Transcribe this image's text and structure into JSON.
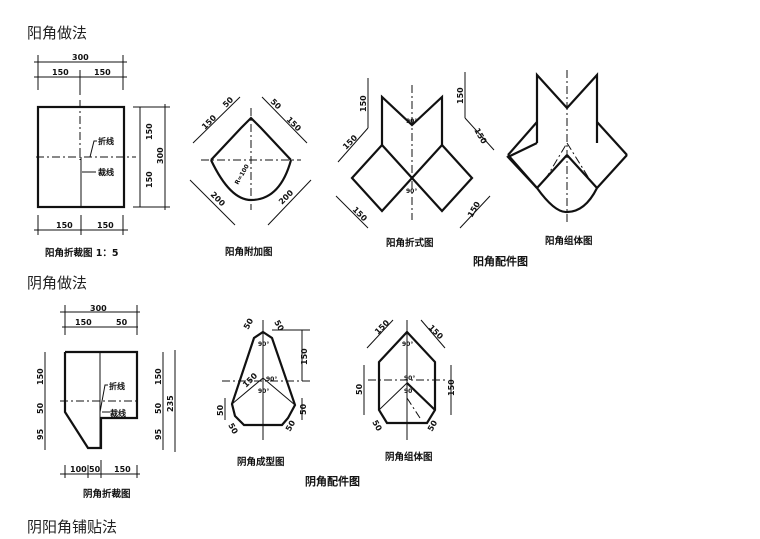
{
  "headings": {
    "yang": "阳角做法",
    "yin": "阴角做法",
    "yinyang": "阴阳角铺贴法"
  },
  "yang": {
    "cut": {
      "caption": "阳角折裁图 1：5",
      "fold_line": "折线",
      "cut_line": "裁线",
      "dims": [
        "300",
        "150",
        "150",
        "150",
        "150",
        "300",
        "150",
        "150"
      ]
    },
    "extra": {
      "caption": "阳角附加图",
      "dims": [
        "150",
        "50",
        "50",
        "150",
        "200",
        "200",
        "R=100"
      ]
    },
    "fold": {
      "caption": "阳角折式图",
      "dims": [
        "150",
        "150",
        "150",
        "150",
        "150",
        "150"
      ],
      "angles": [
        "90°",
        "90°"
      ]
    },
    "assembly": {
      "caption": "阳角组体图"
    },
    "group_caption": "阳角配件图"
  },
  "yin": {
    "cut": {
      "caption": "阴角折裁图",
      "fold_line": "折线",
      "cut_line": "裁线",
      "dims": [
        "300",
        "150",
        "50",
        "150",
        "50",
        "95",
        "150",
        "50",
        "95",
        "235",
        "100",
        "50",
        "150"
      ]
    },
    "formed": {
      "caption": "阴角成型图",
      "dims": [
        "50",
        "50",
        "150",
        "50",
        "50",
        "50",
        "50",
        "150"
      ],
      "angles": [
        "90°",
        "90°",
        "90°"
      ]
    },
    "assembly": {
      "caption": "阴角组体图",
      "dims": [
        "150",
        "150",
        "50",
        "150",
        "50",
        "50"
      ],
      "angles": [
        "90°",
        "90°",
        "90°"
      ]
    },
    "group_caption": "阴角配件图"
  }
}
